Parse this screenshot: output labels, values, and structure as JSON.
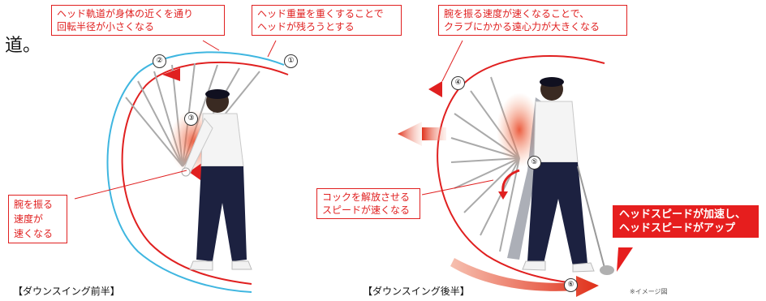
{
  "stray_text": "道。",
  "callouts": {
    "c1": "ヘッド軌道が身体の近くを通り\n回転半径が小さくなる",
    "c2": "ヘッド重量を重くすることで\nヘッドが残ろうとする",
    "c3": "腕を振る速度が速くなることで、\nクラブにかかる遠心力が大きくなる",
    "c4": "腕を振る\n速度が\n速くなる",
    "c5": "コックを解放させる\nスピードが速くなる",
    "c6": "ヘッドスピードが加速し、\nヘッドスピードがアップ"
  },
  "captions": {
    "left": "【ダウンスイング前半】",
    "right": "【ダウンスイング後半】"
  },
  "note": "※イメージ図",
  "markers": [
    "②",
    "①",
    "③",
    "④",
    "⑤",
    "⑥"
  ],
  "colors": {
    "accent": "#e02020",
    "arc_blue": "#3fb6e0",
    "shirt": "#ffffff",
    "pants": "#1c2140"
  }
}
